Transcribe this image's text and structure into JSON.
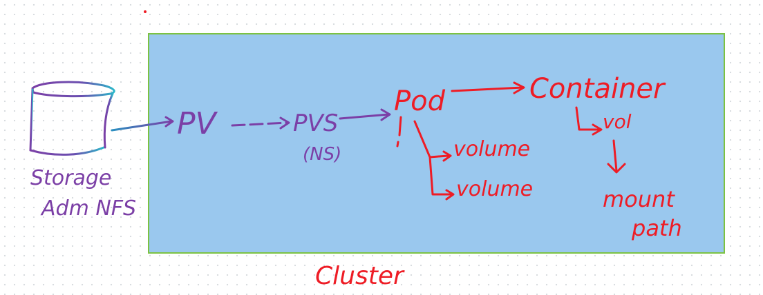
{
  "diagram": {
    "cluster_label": "Cluster",
    "storage": {
      "line1": "Storage",
      "line2": "Adm NFS"
    },
    "nodes": {
      "pv": "PV",
      "pvs": "PVS",
      "pvs_note": "(NS)",
      "pod": "Pod",
      "container": "Container",
      "volume_1": "volume",
      "volume_2": "volume",
      "container_vol": "vol",
      "mount_line1": "mount",
      "mount_line2": "path"
    },
    "colors": {
      "cluster_fill": "#9ac8ee",
      "cluster_border": "#7cc242",
      "ink_purple": "#7b3fa6",
      "ink_red": "#ee1c25",
      "ink_teal": "#2bb7c9"
    }
  }
}
